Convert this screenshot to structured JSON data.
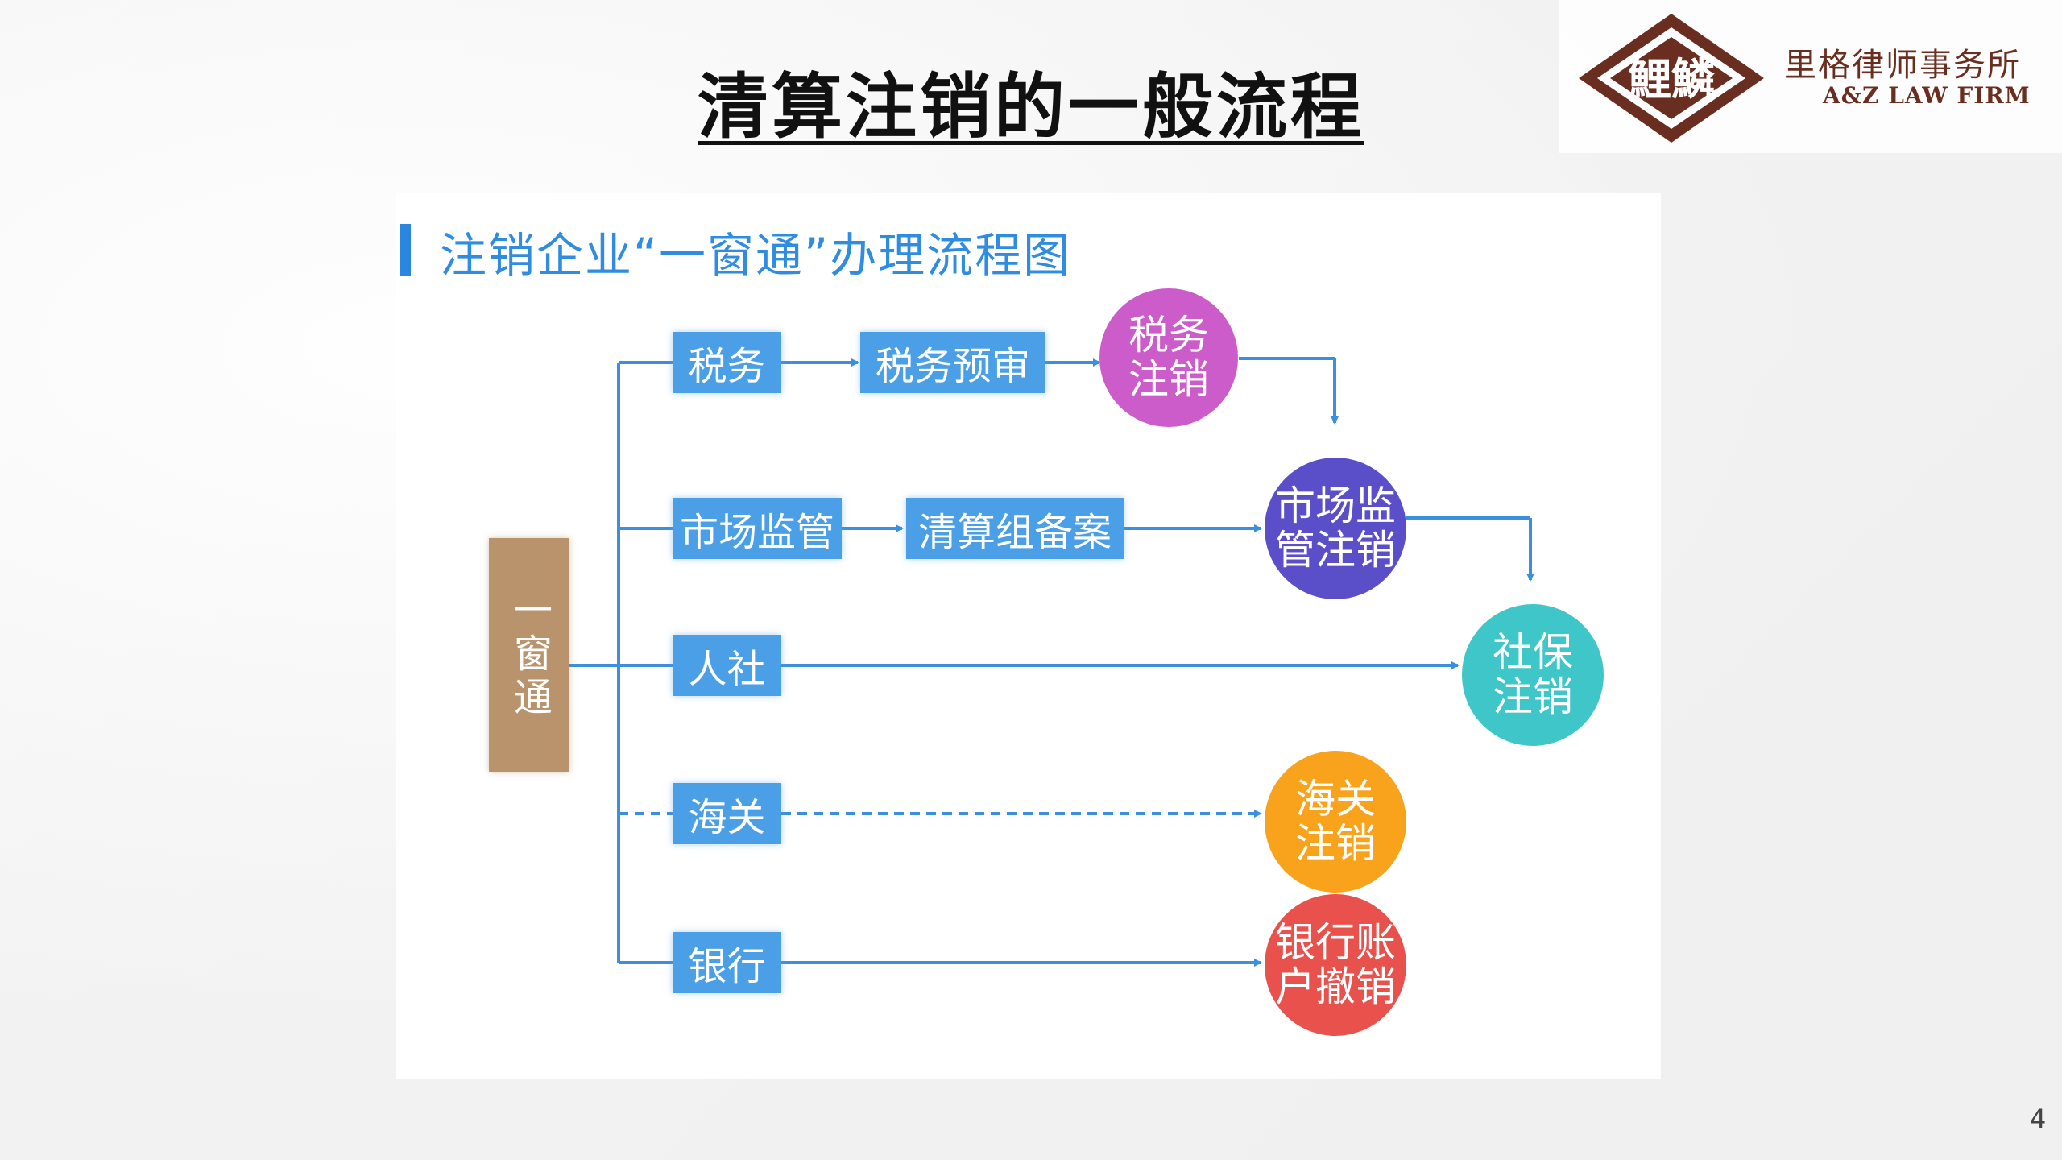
{
  "slide": {
    "title": "清算注销的一般流程",
    "page_number": "4"
  },
  "logo": {
    "seal_text": "鯉鱗",
    "name_cn": "里格律师事务所",
    "name_en": "A&Z LAW FIRM",
    "color": "#6a2e20"
  },
  "diagram": {
    "heading": "注销企业“一窗通”办理流程图",
    "start": "一窗通",
    "boxes": {
      "tax": "税务",
      "tax_precheck": "税务预审",
      "market": "市场监管",
      "liquidation_filing": "清算组备案",
      "hr": "人社",
      "customs": "海关",
      "bank": "银行"
    },
    "circles": {
      "tax_cancel": "税务\n注销",
      "market_cancel": "市场监\n管注销",
      "social_cancel": "社保\n注销",
      "customs_cancel": "海关\n注销",
      "bank_cancel": "银行账\n户撤销"
    },
    "colors": {
      "box": "#4a9fe6",
      "start": "#b8936b",
      "line": "#3b8fe0",
      "tax_cancel": "#cc5cc9",
      "market_cancel": "#5a4fc9",
      "social_cancel": "#3ec6c8",
      "customs_cancel": "#f9a21b",
      "bank_cancel": "#e8514c"
    },
    "customs_line_style": "dashed"
  }
}
